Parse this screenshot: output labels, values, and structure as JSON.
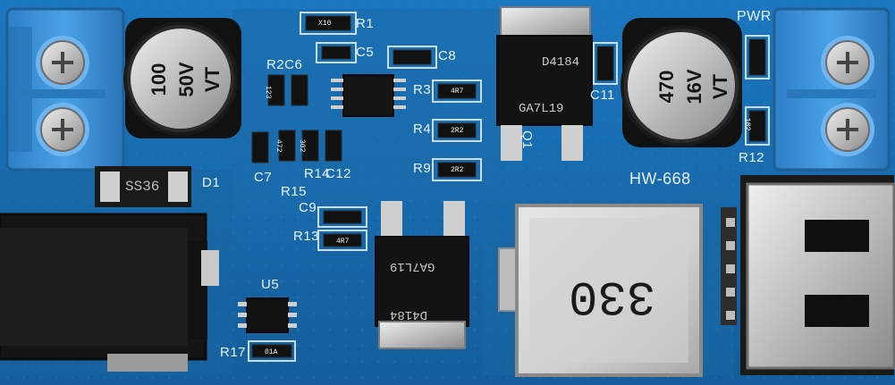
{
  "silkscreen": {
    "r1": "R1",
    "c5": "C5",
    "r2c6": "R2C6",
    "c8": "C8",
    "r3": "R3",
    "r4": "R4",
    "r9": "R9",
    "c7": "C7",
    "r15": "R15",
    "r14": "R14",
    "c12": "C12",
    "c9": "C9",
    "r13": "R13",
    "d1": "D1",
    "u5": "U5",
    "r17": "R17",
    "c11": "C11",
    "q1": "Q1",
    "pwr": "PWR",
    "r12": "R12",
    "board_model": "HW-668"
  },
  "capacitor_left": {
    "line1": "100",
    "line2": "50V",
    "line3": "VT"
  },
  "capacitor_right": {
    "line1": "470",
    "line2": "16V",
    "line3": "VT"
  },
  "mosfet_top": {
    "part": "D4184",
    "lot": "GA7L19"
  },
  "mosfet_bottom": {
    "part": "D4184",
    "lot": "GA7L19"
  },
  "inductor": {
    "marking": "330"
  },
  "diode_d1": {
    "marking": "SS36"
  },
  "resistor_codes": {
    "r1": "X10",
    "r3": "4R7",
    "r4": "2R2",
    "r9": "2R2",
    "r13": "4R7",
    "r2": "123",
    "r15": "472",
    "r14": "302",
    "r17": "01A",
    "r12": "182"
  },
  "colors": {
    "pcb_blue": "#1a6fb4",
    "terminal_blue": "#3a8fd6",
    "silkscreen": "#e8f2ff",
    "inductor_silver": "#c7c7c7",
    "usb_metal": "#bfbfbf"
  }
}
